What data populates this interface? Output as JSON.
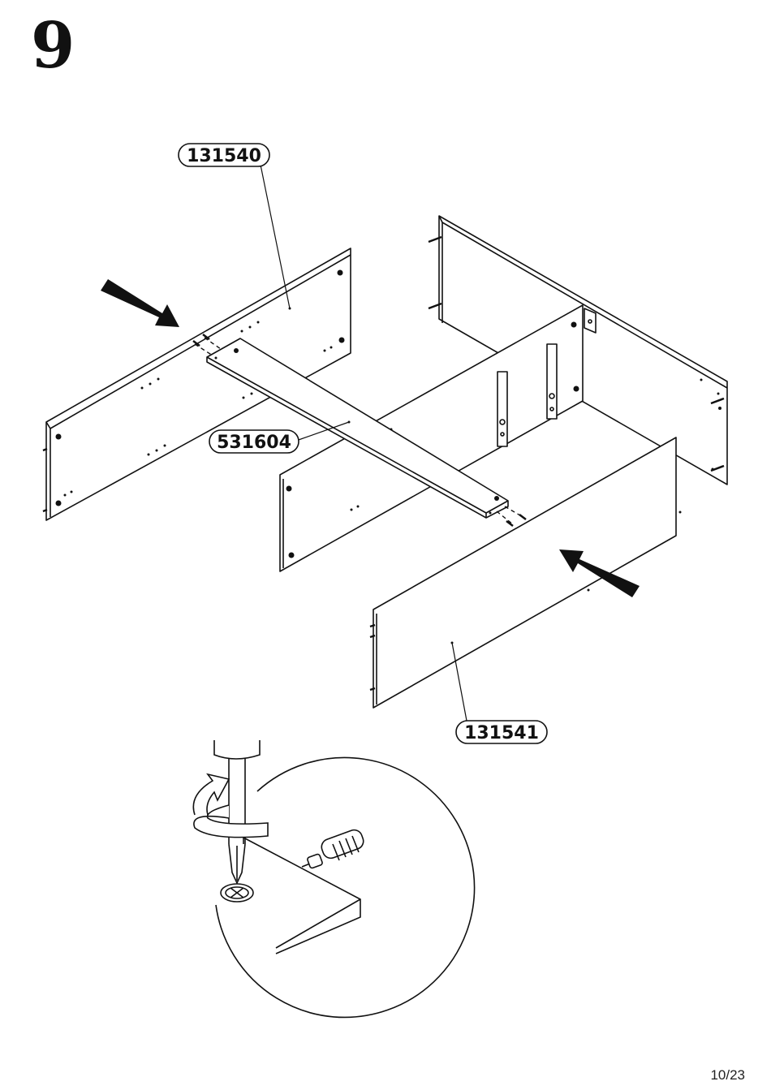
{
  "step": {
    "number": "9"
  },
  "parts": {
    "top_panel": "131540",
    "cross_bar": "531604",
    "front_panel": "131541"
  },
  "page": {
    "number": "10/23"
  },
  "colors": {
    "ink": "#111111",
    "paper": "#ffffff"
  },
  "icons": [
    "screwdriver-icon",
    "rotate-clockwise-icon",
    "phillips-head-icon",
    "cam-dowel-icon"
  ]
}
